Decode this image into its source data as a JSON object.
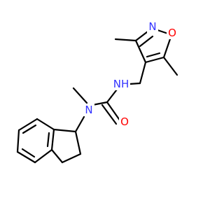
{
  "molecule": {
    "atoms": {
      "n_isoxazole": {
        "symbol": "N",
        "color": "#3333ff"
      },
      "o_isoxazole": {
        "symbol": "O",
        "color": "#ff0000"
      },
      "n_amide_h": {
        "symbol": "NH",
        "color": "#3333ff"
      },
      "o_carbonyl": {
        "symbol": "O",
        "color": "#ff0000"
      },
      "n_methyl": {
        "symbol": "N",
        "color": "#3333ff"
      }
    },
    "bond_color": "#000000",
    "background": "#ffffff"
  }
}
